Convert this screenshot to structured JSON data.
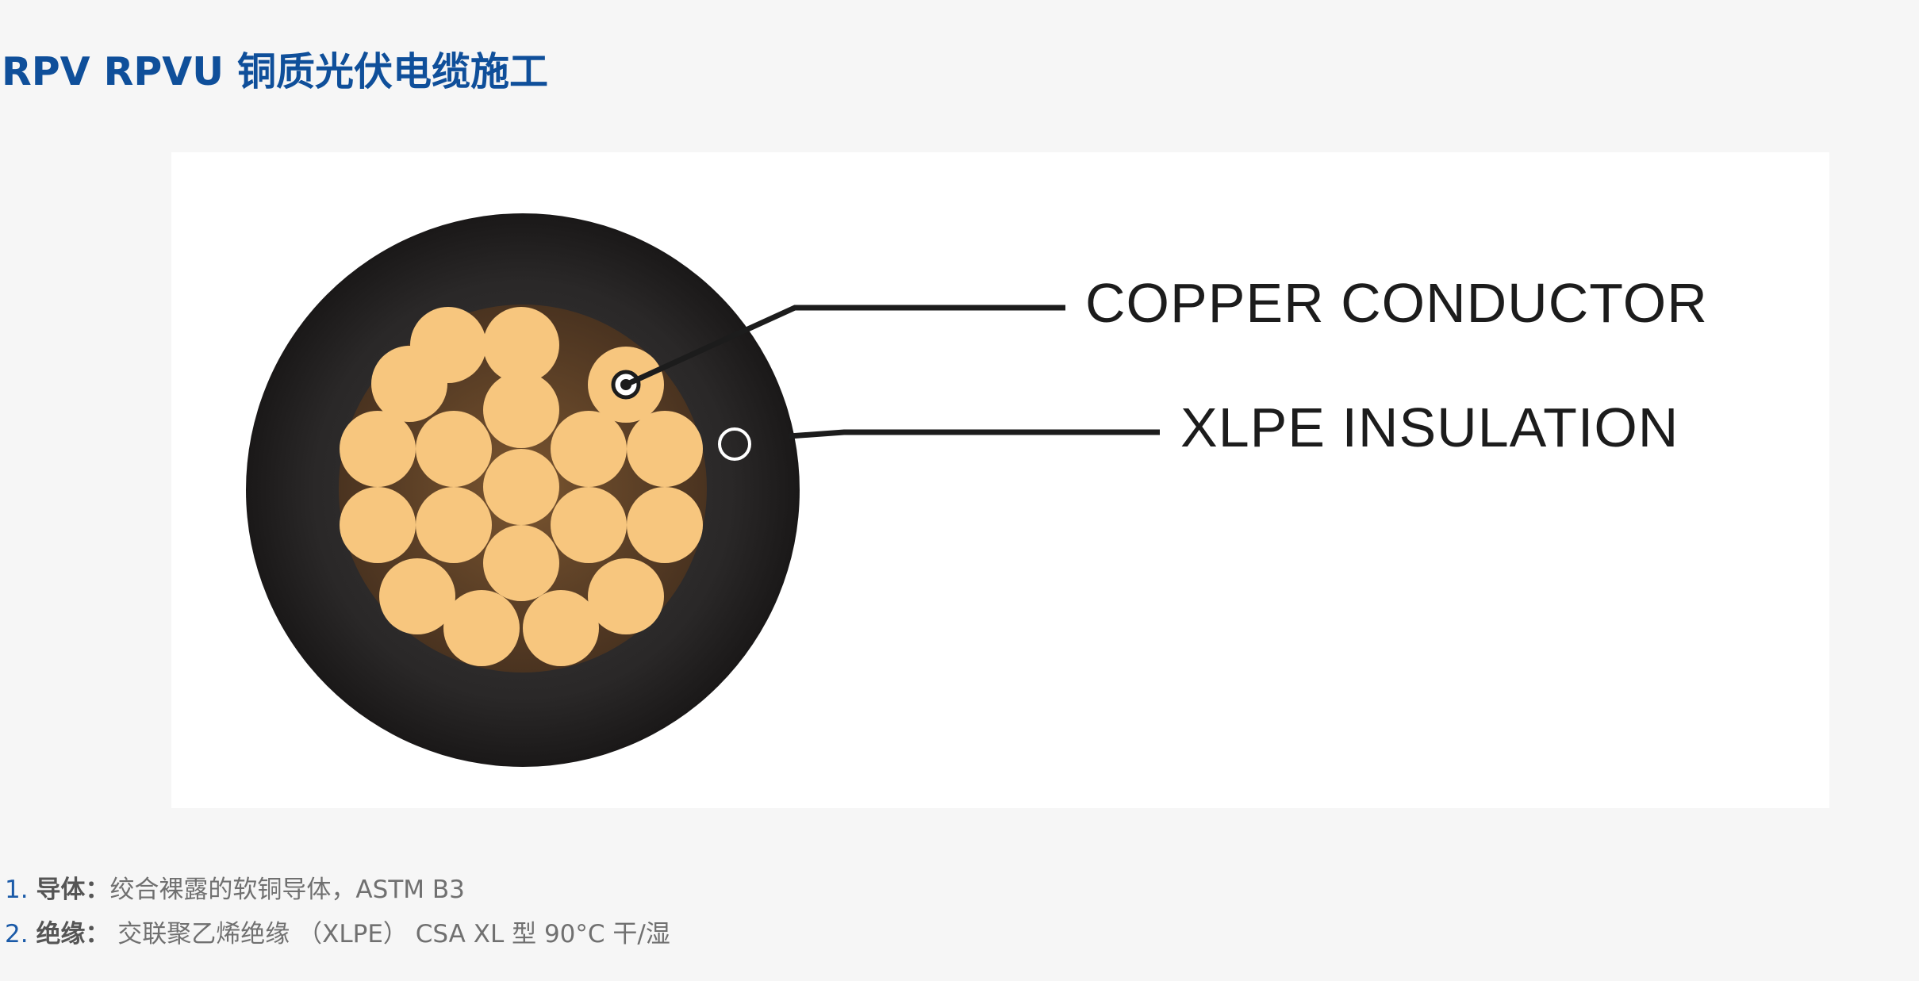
{
  "page": {
    "title": "RPV RPVU 铜质光伏电缆施工"
  },
  "figure": {
    "callouts": {
      "conductor": "COPPER CONDUCTOR",
      "insulation": "XLPE INSULATION"
    },
    "colors": {
      "jacket": "#1e1c1c",
      "strand": "#f7c67e",
      "strand_gap": "#6a4a2a",
      "leader": "#1c1c1c"
    }
  },
  "specs": [
    {
      "number": "1.",
      "label": "导体：",
      "text": "绞合裸露的软铜导体，ASTM B3"
    },
    {
      "number": "2.",
      "label": "绝缘：",
      "text": " 交联聚乙烯绝缘 （XLPE） CSA XL 型 90°C 干/湿"
    }
  ]
}
